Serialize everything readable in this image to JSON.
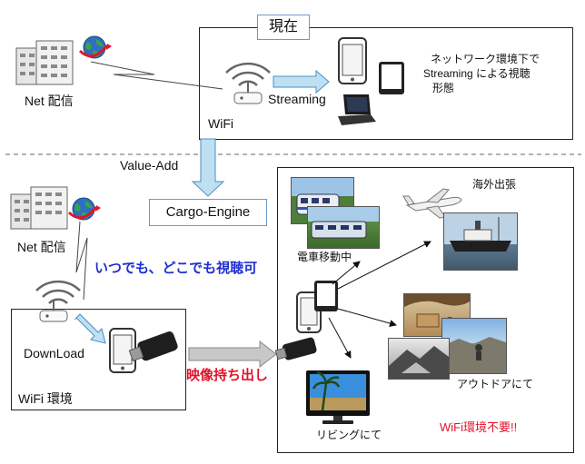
{
  "top": {
    "title": "現在",
    "net_label": "Net 配信",
    "wifi_label": "WiFi",
    "streaming_label": "Streaming",
    "description_line1": "ネットワーク環境下で",
    "description_line2": "Streaming による視聴",
    "description_line3": "形態"
  },
  "middle": {
    "value_add_label": "Value-Add",
    "engine_label": "Cargo-Engine"
  },
  "bottom": {
    "net_label": "Net 配信",
    "anytime_label": "いつでも、どこでも視聴可",
    "download_label": "DownLoad",
    "wifi_env_label": "WiFi 環境",
    "carry_out_label": "映像持ち出し",
    "train_label": "電車移動中",
    "overseas_label": "海外出張",
    "outdoor_label": "アウトドアにて",
    "living_label": "リビングにて",
    "no_wifi_label": "WiFi環境不要!!"
  },
  "colors": {
    "title_border": "#6a9ac8",
    "arrow_fill": "#bfe0f3",
    "arrow_stroke": "#4a8fc0",
    "red_text": "#e0142a",
    "blue_text": "#1e2fd1",
    "gray_arrow": "#c8c8c8"
  }
}
